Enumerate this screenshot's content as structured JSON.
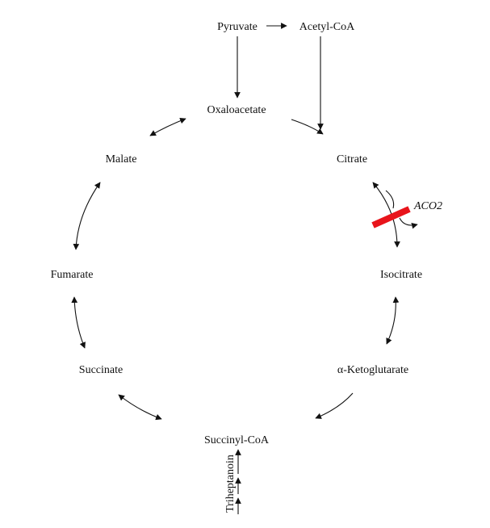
{
  "metabolites": {
    "pyruvate": "Pyruvate",
    "acetyl_coa": "Acetyl-CoA",
    "oxaloacetate": "Oxaloacetate",
    "citrate": "Citrate",
    "malate": "Malate",
    "isocitrate": "Isocitrate",
    "fumarate": "Fumarate",
    "alpha_ketoglutarate": "α-Ketoglutarate",
    "succinate": "Succinate",
    "succinyl_coa": "Succinyl-CoA",
    "triheptanoin": "Triheptanoin"
  },
  "enzyme": {
    "label": "ACO2",
    "status": "blocked"
  },
  "colors": {
    "block": "#e8141b",
    "stroke": "#111111"
  },
  "icons": {
    "block_bar": "red-block-bar",
    "arrow": "arrowhead"
  }
}
